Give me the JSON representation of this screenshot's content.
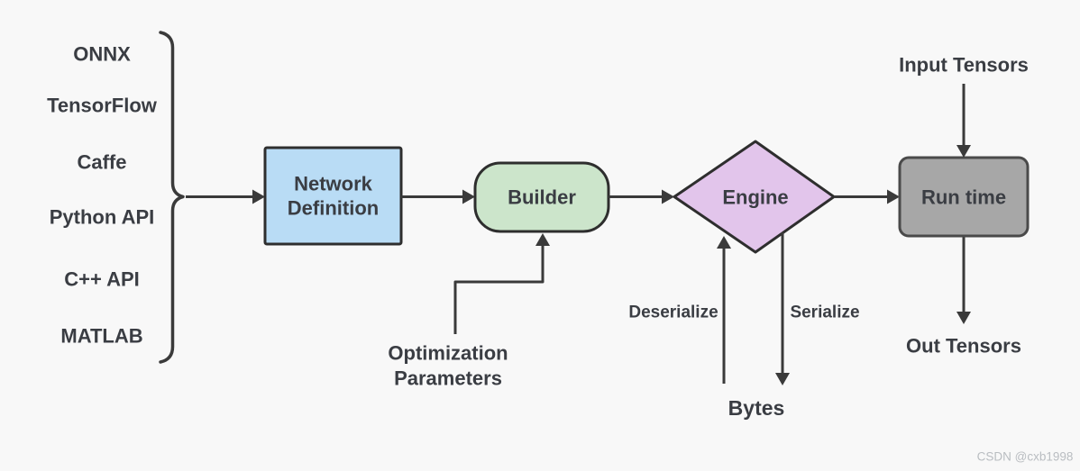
{
  "canvas": {
    "background": "#f8f8f8"
  },
  "sources": {
    "items": [
      {
        "label": "ONNX"
      },
      {
        "label": "TensorFlow"
      },
      {
        "label": "Caffe"
      },
      {
        "label": "Python API"
      },
      {
        "label": "C++ API"
      },
      {
        "label": "MATLAB"
      }
    ]
  },
  "nodes": {
    "network_definition": {
      "line1": "Network",
      "line2": "Definition",
      "fill": "#b9dcf5"
    },
    "builder": {
      "label": "Builder",
      "fill": "#cce5cb"
    },
    "engine": {
      "label": "Engine",
      "fill": "#e2c5eb"
    },
    "runtime": {
      "label": "Run time",
      "fill": "#a7a7a7"
    }
  },
  "annotations": {
    "input_tensors": "Input Tensors",
    "out_tensors": "Out Tensors",
    "optimization": {
      "line1": "Optimization",
      "line2": "Parameters"
    },
    "deserialize": "Deserialize",
    "serialize": "Serialize",
    "bytes": "Bytes"
  },
  "colors": {
    "background": "#f8f8f8",
    "line": "#3a3a3a",
    "node_border": "#2e2e2e",
    "runtime_border": "#4a4a4a",
    "text": "#3a3d43",
    "watermark_text": "#b9bdc1"
  },
  "watermark": {
    "text": "CSDN @cxb1998"
  }
}
